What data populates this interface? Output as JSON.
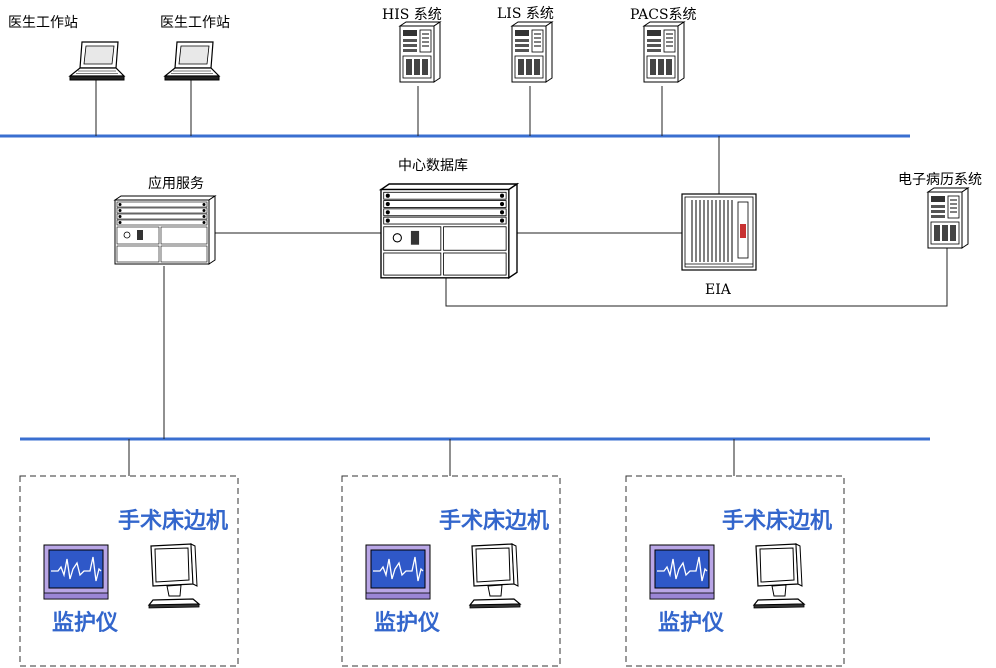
{
  "labels": {
    "doctor_ws_1": "医生工作站",
    "doctor_ws_2": "医生工作站",
    "his": "HIS 系统",
    "lis": "LIS 系统",
    "pacs": "PACS系统",
    "app_service": "应用服务",
    "central_db": "中心数据库",
    "eia": "EIA",
    "emr": "电子病历系统"
  },
  "groups": [
    {
      "bedside_label": "手术床边机",
      "monitor_label": "监护仪"
    },
    {
      "bedside_label": "手术床边机",
      "monitor_label": "监护仪"
    },
    {
      "bedside_label": "手术床边机",
      "monitor_label": "监护仪"
    }
  ],
  "colors": {
    "bus": "#3a6fd0",
    "group_label": "#3366cc",
    "monitor_screen": "#2f58c8",
    "monitor_frame": "#b9a6e6"
  },
  "icons": {
    "laptop": "laptop-icon",
    "server_tower": "server-tower-icon",
    "rack_server": "rack-server-icon",
    "eia_cabinet": "network-cabinet-icon",
    "monitor": "patient-monitor-icon",
    "bedside_pc": "computer-monitor-icon"
  }
}
